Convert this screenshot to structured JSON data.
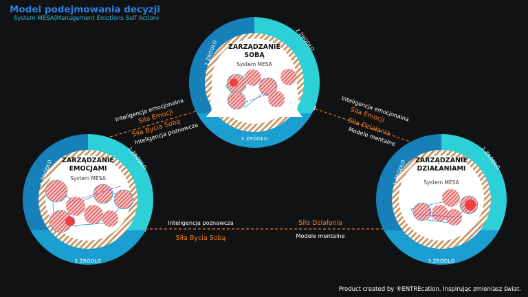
{
  "header": {
    "title": "Model podejmowania decyzji",
    "subtitle": "System MESA(Management Emotions Self Action)"
  },
  "footer": {
    "credit": "Product created by ®ENTREcation. Inspirując zmieniasz świat."
  },
  "circles": {
    "top": {
      "title_line1": "ZARZĄDZANIE",
      "title_line2": "SOBĄ",
      "system": "System MESA",
      "source1": "1 ŹRÓDŁO",
      "source2": "2 ŹRÓDŁO",
      "source3": "3 ŹRÓDŁO"
    },
    "left": {
      "title_line1": "ZARZĄDZANIE",
      "title_line2": "EMOCJAMI",
      "system": "System MESA",
      "source1": "1 ŹRÓDŁO",
      "source2": "2 ŹRÓDŁO",
      "source3": "3 ŹRÓDŁO"
    },
    "right": {
      "title_line1": "ZARZĄDZANIE",
      "title_line2": "DZIAŁANIAMI",
      "system": "System MESA",
      "source1": "1 ŹRÓDŁO",
      "source2": "2 ŹRÓDŁO",
      "source3": "3 ŹRÓDŁO"
    }
  },
  "links": {
    "left_top": {
      "l1": "Inteligencja emocjonalna",
      "l2": "Siła Emocji",
      "l3": "Siła Bycia Sobą",
      "l4": "Inteligencja poznawcza"
    },
    "top_right": {
      "l1": "Inteligencja emocjonalna",
      "l2": "Siła Emocji",
      "l3": "Siła Działania",
      "l4": "Modele mentalne"
    },
    "bottom": {
      "l1": "Inteligencja poznawcza",
      "l2": "Siła Bycia Sobą",
      "l3": "Siła Działania",
      "l4": "Modele mentalne"
    }
  },
  "colors": {
    "background": "#111214",
    "dark_blue": "#1880b8",
    "mid_blue": "#1a9fd0",
    "light_cyan": "#2ed0d8",
    "orange": "#f07e2a",
    "hatch_tan": "#c89a6a",
    "purple": "#8a4fd6",
    "red_fill": "#e8505a"
  }
}
